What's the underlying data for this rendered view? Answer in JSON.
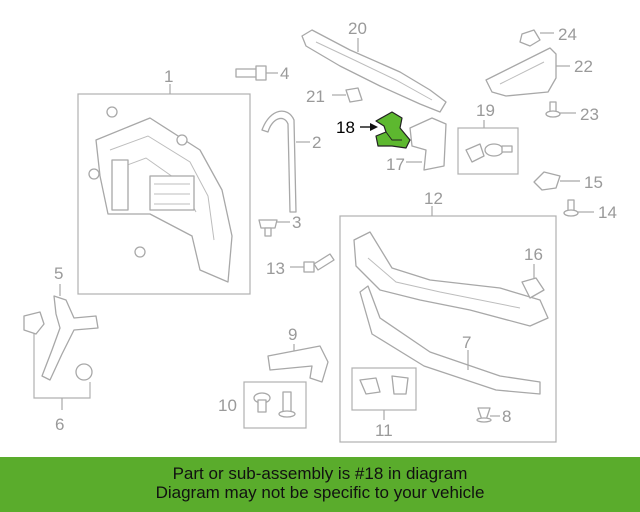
{
  "diagram": {
    "highlight_color": "#5db82f",
    "callouts": {
      "c1": "1",
      "c2": "2",
      "c3": "3",
      "c4": "4",
      "c5": "5",
      "c6": "6",
      "c7": "7",
      "c8": "8",
      "c9": "9",
      "c10": "10",
      "c11": "11",
      "c12": "12",
      "c13": "13",
      "c14": "14",
      "c15": "15",
      "c16": "16",
      "c17": "17",
      "c18": "18",
      "c19": "19",
      "c20": "20",
      "c21": "21",
      "c22": "22",
      "c23": "23",
      "c24": "24"
    }
  },
  "banner": {
    "color": "#5aac2c",
    "line1": "Part or sub-assembly is #18 in diagram",
    "line2": "Diagram may not be specific to your vehicle"
  }
}
